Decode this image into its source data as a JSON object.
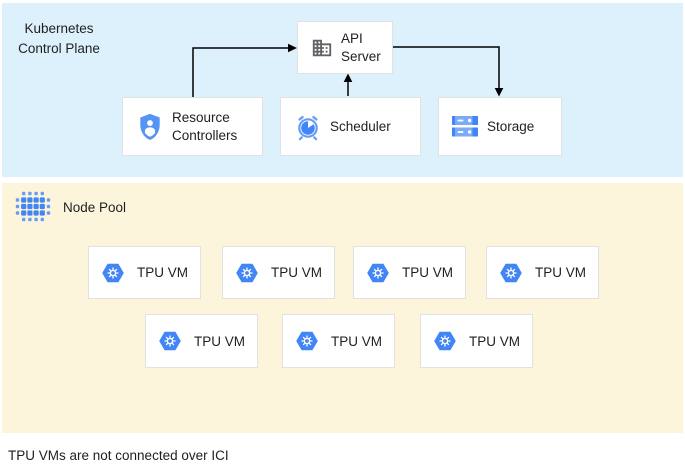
{
  "control_plane": {
    "title": "Kubernetes Control Plane",
    "nodes": {
      "api_server": {
        "label": "API Server",
        "icon": "building-icon"
      },
      "resource_controllers": {
        "label": "Resource Controllers",
        "icon": "shield-user-icon"
      },
      "scheduler": {
        "label": "Scheduler",
        "icon": "alarm-clock-icon"
      },
      "storage": {
        "label": "Storage",
        "icon": "server-stack-icon"
      }
    },
    "connections": [
      "resource_controllers -> api_server",
      "scheduler -> api_server",
      "api_server -> storage"
    ]
  },
  "node_pool": {
    "title": "Node Pool",
    "icon": "dotted-cluster-icon",
    "vms": [
      "TPU VM",
      "TPU VM",
      "TPU VM",
      "TPU VM",
      "TPU VM",
      "TPU VM",
      "TPU VM"
    ]
  },
  "caption": "TPU VMs are not connected over ICI",
  "colors": {
    "control_plane_bg": "#ddf1fc",
    "node_pool_bg": "#fdf4dc",
    "icon_blue": "#4285f4",
    "icon_blue_light": "#669df6",
    "icon_gray": "#5f6368",
    "box_border": "#e1e1e1",
    "arrow": "#000000",
    "text": "#1f1f1f"
  }
}
